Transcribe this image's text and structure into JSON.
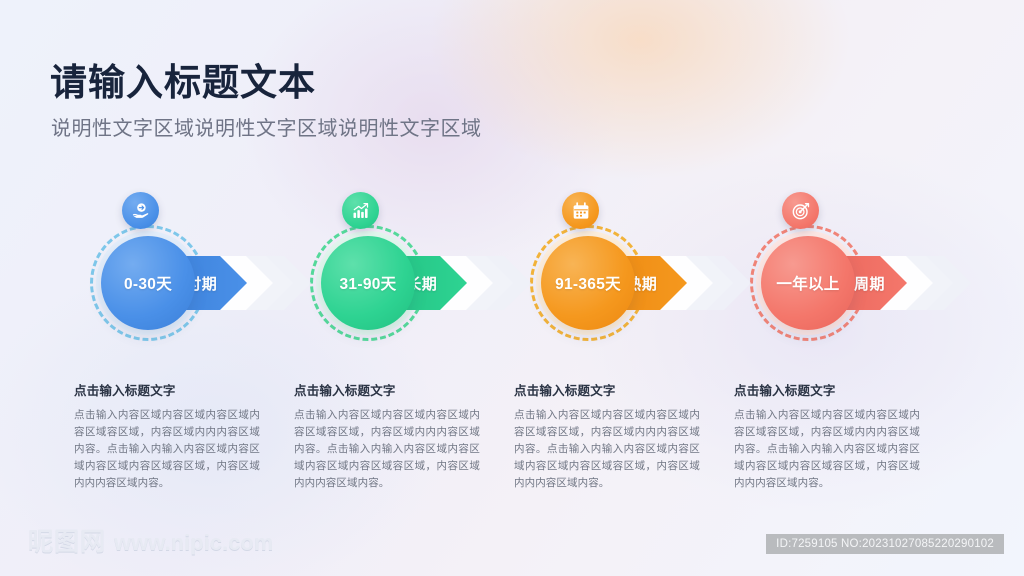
{
  "header": {
    "title": "请输入标题文本",
    "subtitle": "说明性文字区域说明性文字区域说明性文字区域"
  },
  "timeline": {
    "stages": [
      {
        "period": "0-30天",
        "phase": "交付期",
        "icon": "hand-delivery-icon",
        "color": "#4a90e8",
        "color_dark": "#3a7fd8",
        "color_light": "#74acf0",
        "ring_color": "#7ec7ea",
        "halo_color": "#e3eefb"
      },
      {
        "period": "31-90天",
        "phase": "成长期",
        "icon": "growth-bar-chart-icon",
        "color": "#2ed392",
        "color_dark": "#21c081",
        "color_light": "#5ee0ab",
        "ring_color": "#55d99b",
        "halo_color": "#e2f7ee"
      },
      {
        "period": "91-365天",
        "phase": "成熟期",
        "icon": "calendar-icon",
        "color": "#f5981e",
        "color_dark": "#ec8810",
        "color_light": "#f8b455",
        "ring_color": "#f2b33a",
        "halo_color": "#fdeedb"
      },
      {
        "period": "一年以上",
        "phase": "更长周期",
        "icon": "target-dartboard-icon",
        "color": "#f4776b",
        "color_dark": "#e9645a",
        "color_light": "#f79a90",
        "ring_color": "#f08478",
        "halo_color": "#fde7e4"
      }
    ]
  },
  "blocks": [
    {
      "heading": "点击输入标题文字",
      "body": "点击输入内容区域内容区域内容区域内容区域容区域，内容区域内内内容区域内容。点击输入内输入内容区域内容区域内容区域内容区域容区域，内容区域内内内容区域内容。"
    },
    {
      "heading": "点击输入标题文字",
      "body": "点击输入内容区域内容区域内容区域内容区域容区域，内容区域内内内容区域内容。点击输入内输入内容区域内容区域内容区域内容区域容区域，内容区域内内内容区域内容。"
    },
    {
      "heading": "点击输入标题文字",
      "body": "点击输入内容区域内容区域内容区域内容区域容区域，内容区域内内内容区域内容。点击输入内输入内容区域内容区域内容区域内容区域容区域，内容区域内内内容区域内容。"
    },
    {
      "heading": "点击输入标题文字",
      "body": "点击输入内容区域内容区域内容区域内容区域容区域，内容区域内内内容区域内容。点击输入内输入内容区域内容区域内容区域内容区域容区域，内容区域内内内容区域内容。"
    }
  ],
  "footer": {
    "watermark_cn": "昵图网",
    "watermark_en": "www.nipic.com",
    "id_tag": "ID:7259105 NO:20231027085220290102"
  }
}
